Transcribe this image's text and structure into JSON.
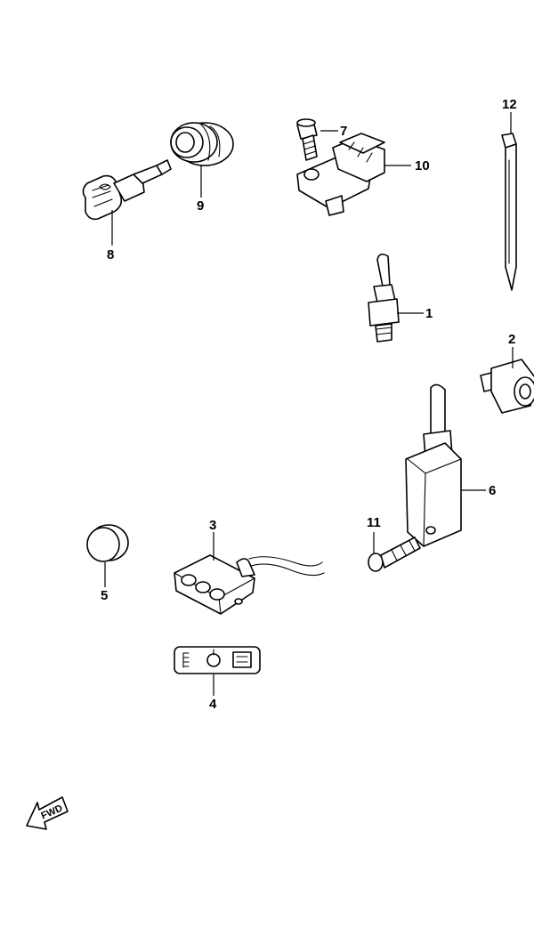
{
  "parts": [
    {
      "id": "1",
      "label": "1"
    },
    {
      "id": "2",
      "label": "2"
    },
    {
      "id": "3",
      "label": "3"
    },
    {
      "id": "4",
      "label": "4"
    },
    {
      "id": "5",
      "label": "5"
    },
    {
      "id": "6",
      "label": "6"
    },
    {
      "id": "7",
      "label": "7"
    },
    {
      "id": "8",
      "label": "8"
    },
    {
      "id": "9",
      "label": "9"
    },
    {
      "id": "10",
      "label": "10"
    },
    {
      "id": "11",
      "label": "11"
    },
    {
      "id": "12",
      "label": "12"
    }
  ],
  "fwd_arrow": {
    "label": "FWD"
  }
}
